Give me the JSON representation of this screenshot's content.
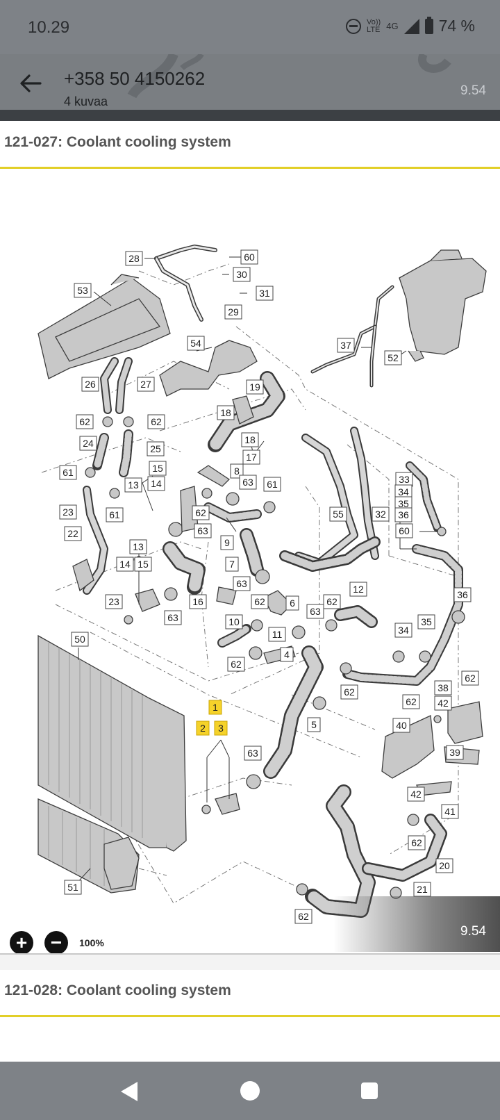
{
  "status_bar": {
    "time": "10.29",
    "network_top": "Vo))",
    "network_bottom": "LTE",
    "network_type": "4G",
    "battery": "74 %"
  },
  "header": {
    "title": "+358 50 4150262",
    "subtitle": "4 kuvaa",
    "timestamp": "9.54"
  },
  "page1": {
    "title": "121-027: Coolant cooling system",
    "timestamp": "9.54",
    "zoom_level": "100%",
    "labels": [
      "1",
      "2",
      "3",
      "4",
      "5",
      "6",
      "7",
      "8",
      "9",
      "10",
      "11",
      "12",
      "13",
      "13",
      "14",
      "14",
      "15",
      "15",
      "16",
      "17",
      "18",
      "18",
      "19",
      "20",
      "21",
      "22",
      "23",
      "23",
      "24",
      "25",
      "26",
      "27",
      "28",
      "29",
      "30",
      "31",
      "32",
      "33",
      "34",
      "34",
      "35",
      "35",
      "36",
      "36",
      "37",
      "38",
      "39",
      "40",
      "41",
      "42",
      "42",
      "50",
      "51",
      "52",
      "53",
      "54",
      "55",
      "60",
      "60",
      "61",
      "61",
      "61",
      "62",
      "62",
      "62",
      "62",
      "62",
      "62",
      "62",
      "62",
      "62",
      "62",
      "62",
      "63",
      "63",
      "63",
      "63",
      "63",
      "63"
    ]
  },
  "page2": {
    "title": "121-028: Coolant cooling system"
  },
  "icons": {
    "back": "arrow-left-icon",
    "zoom_in": "plus-icon",
    "zoom_out": "minus-icon",
    "nav_back": "triangle-back-icon",
    "nav_home": "circle-home-icon",
    "nav_recent": "square-recent-icon"
  },
  "colors": {
    "highlight": "#f5d22a",
    "rule": "#e2cf28",
    "status_bar": "#7e8287"
  }
}
